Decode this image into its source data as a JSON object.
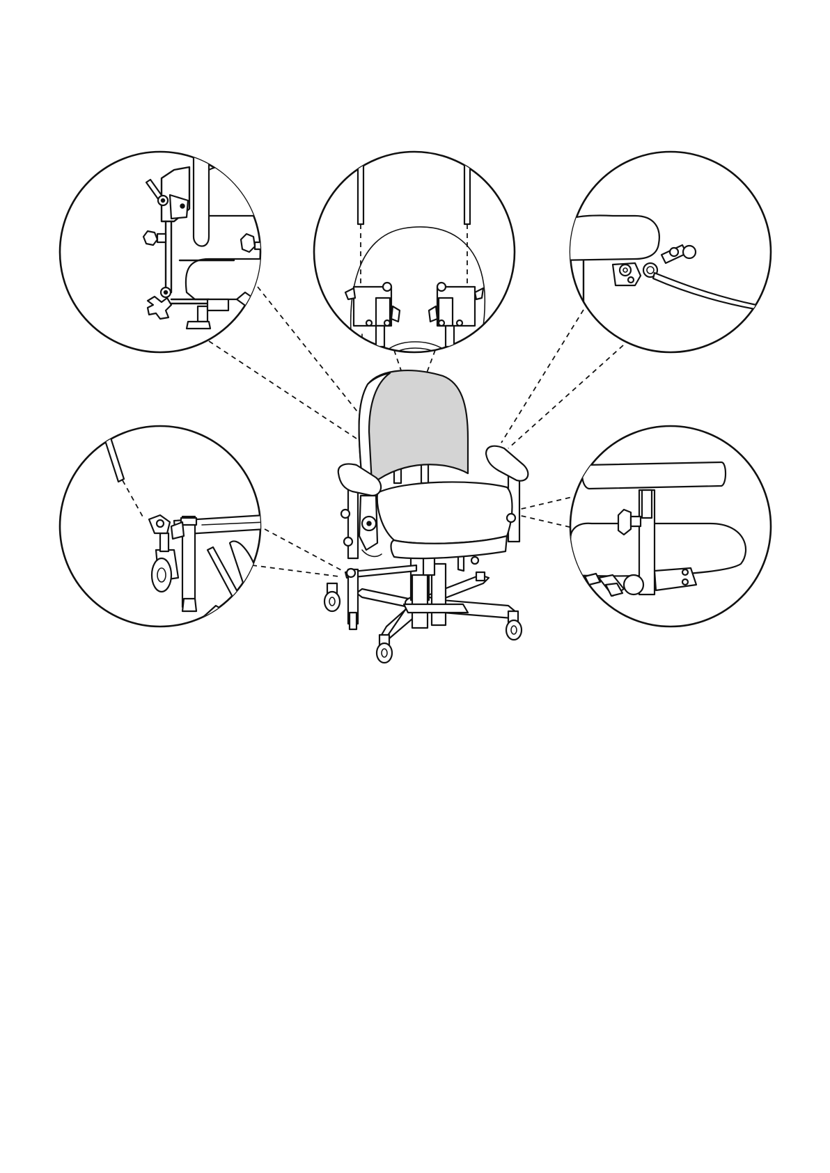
{
  "figure": {
    "colors": {
      "line": "#111111",
      "backrest_fill": "#d4d4d4",
      "background": "#ffffff"
    },
    "detail_views": [
      "backrest-tilt-mechanism-detail",
      "backrest-height-rails-detail",
      "armrest-pivot-detail",
      "footrest-caster-detail",
      "armrest-height-adjustment-detail"
    ]
  }
}
